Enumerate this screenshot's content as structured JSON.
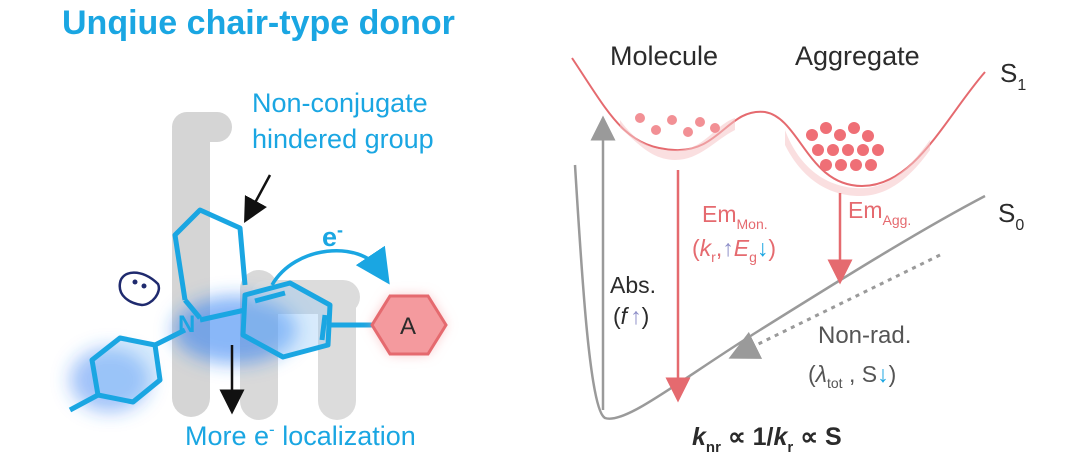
{
  "title": "Unqiue chair-type donor",
  "left": {
    "nonconj_line1": "Non-conjugate",
    "nonconj_line2": "hindered group",
    "electron": "e",
    "electron_sup": "-",
    "nitrogen": "N",
    "acceptor": "A",
    "localization_pre": "More e",
    "localization_sup": "-",
    "localization_post": " localization"
  },
  "right": {
    "molecule": "Molecule",
    "aggregate": "Aggregate",
    "s1": "S",
    "s1_sub": "1",
    "s0": "S",
    "s0_sub": "0",
    "em_mon": "Em",
    "em_mon_sub": "Mon.",
    "em_mon_line2_open": "(",
    "em_mon_k": "k",
    "em_mon_k_sub": "r",
    "em_mon_comma": ",",
    "em_mon_arrow1": "↑",
    "em_mon_E": "E",
    "em_mon_E_sub": "g",
    "em_mon_arrow2": "↓",
    "em_mon_close": ")",
    "em_agg": "Em",
    "em_agg_sub": "Agg.",
    "abs_line1": "Abs.",
    "abs_open": "(",
    "abs_f": "f",
    "abs_arrow": "↑",
    "abs_close": ")",
    "nonrad_line1": "Non-rad.",
    "nonrad_open": "(",
    "nonrad_lambda": "λ",
    "nonrad_lambda_sub": "tot",
    "nonrad_mid": " , S",
    "nonrad_arrow": "↓",
    "nonrad_close": ")",
    "formula_k": "k",
    "formula_k_sub": "nr",
    "formula_mid": " ∝ 1/",
    "formula_k2": "k",
    "formula_k2_sub": "r",
    "formula_end": " ∝ S"
  },
  "colors": {
    "blue": "#1aa6e2",
    "red": "#e56a6f",
    "gray": "#9a9a9a",
    "dark": "#2b2b2b"
  }
}
